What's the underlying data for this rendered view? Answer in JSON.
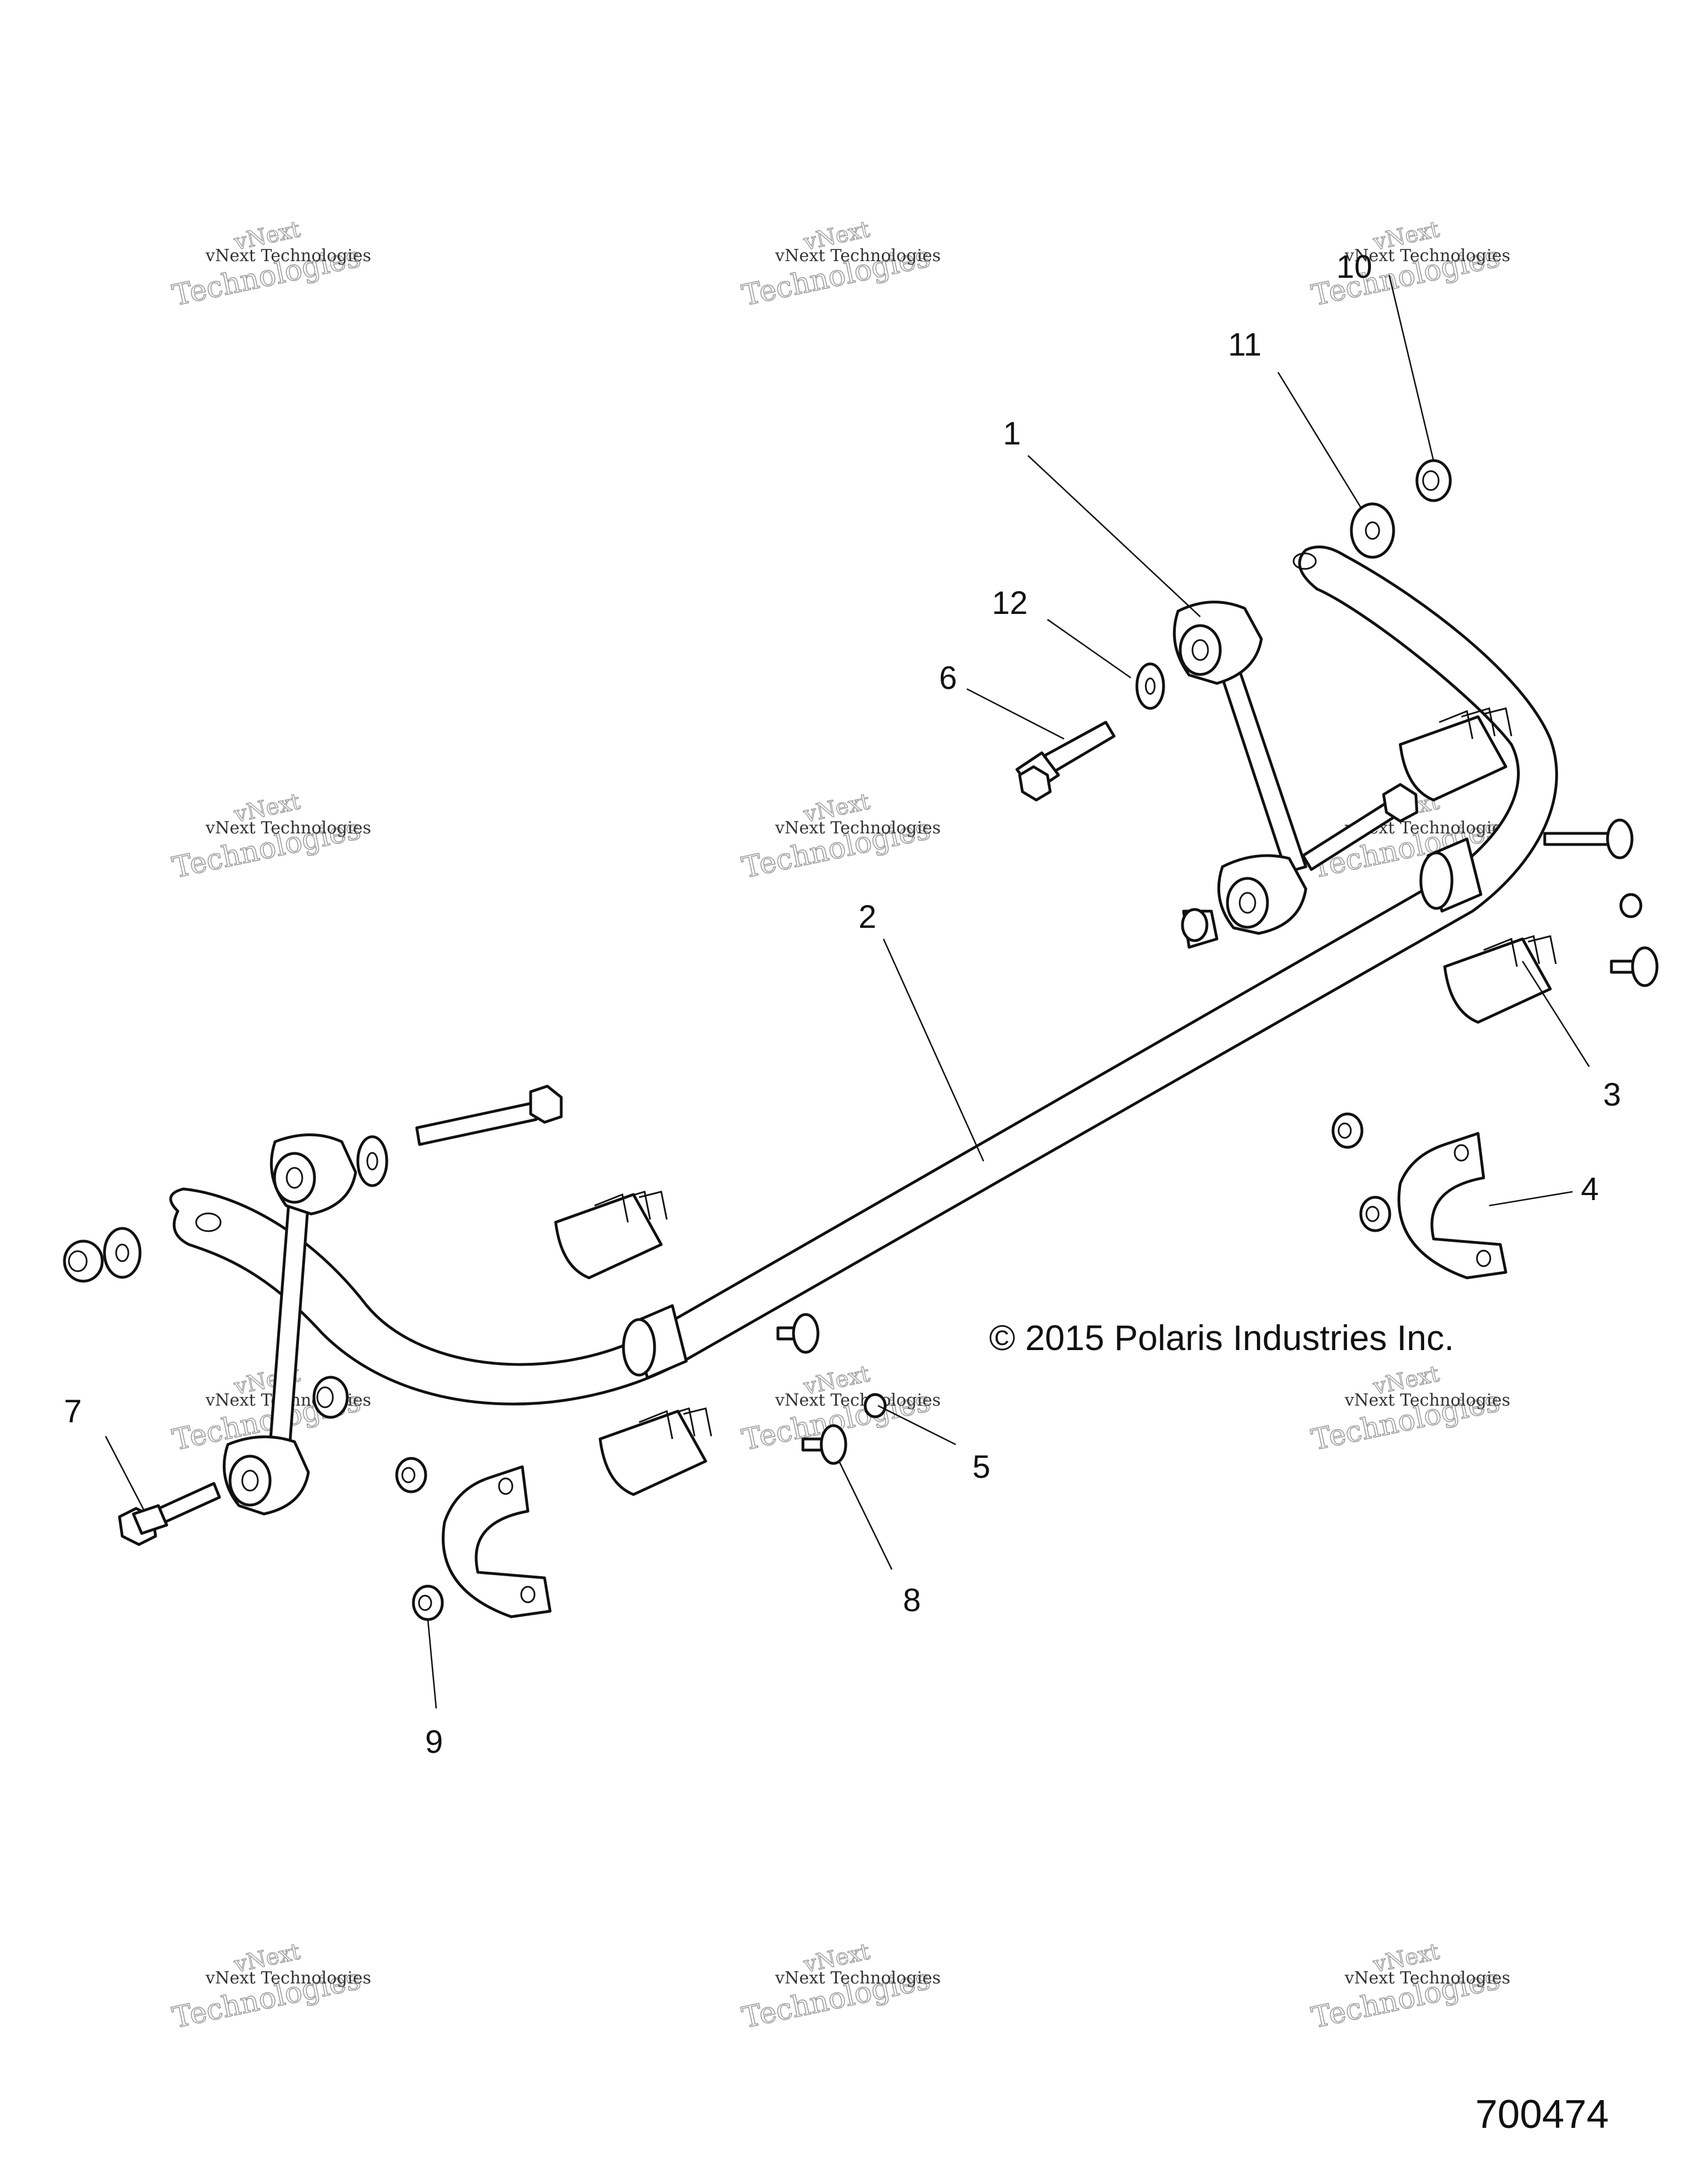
{
  "callouts": [
    "1",
    "2",
    "3",
    "4",
    "5",
    "6",
    "7",
    "8",
    "9",
    "10",
    "11",
    "12"
  ],
  "copyright": "© 2015 Polaris Industries Inc.",
  "figure_number": "700474",
  "watermark": {
    "line_small": "vNext Technologies",
    "line_top": "vNext",
    "line_bottom": "Technologies"
  }
}
